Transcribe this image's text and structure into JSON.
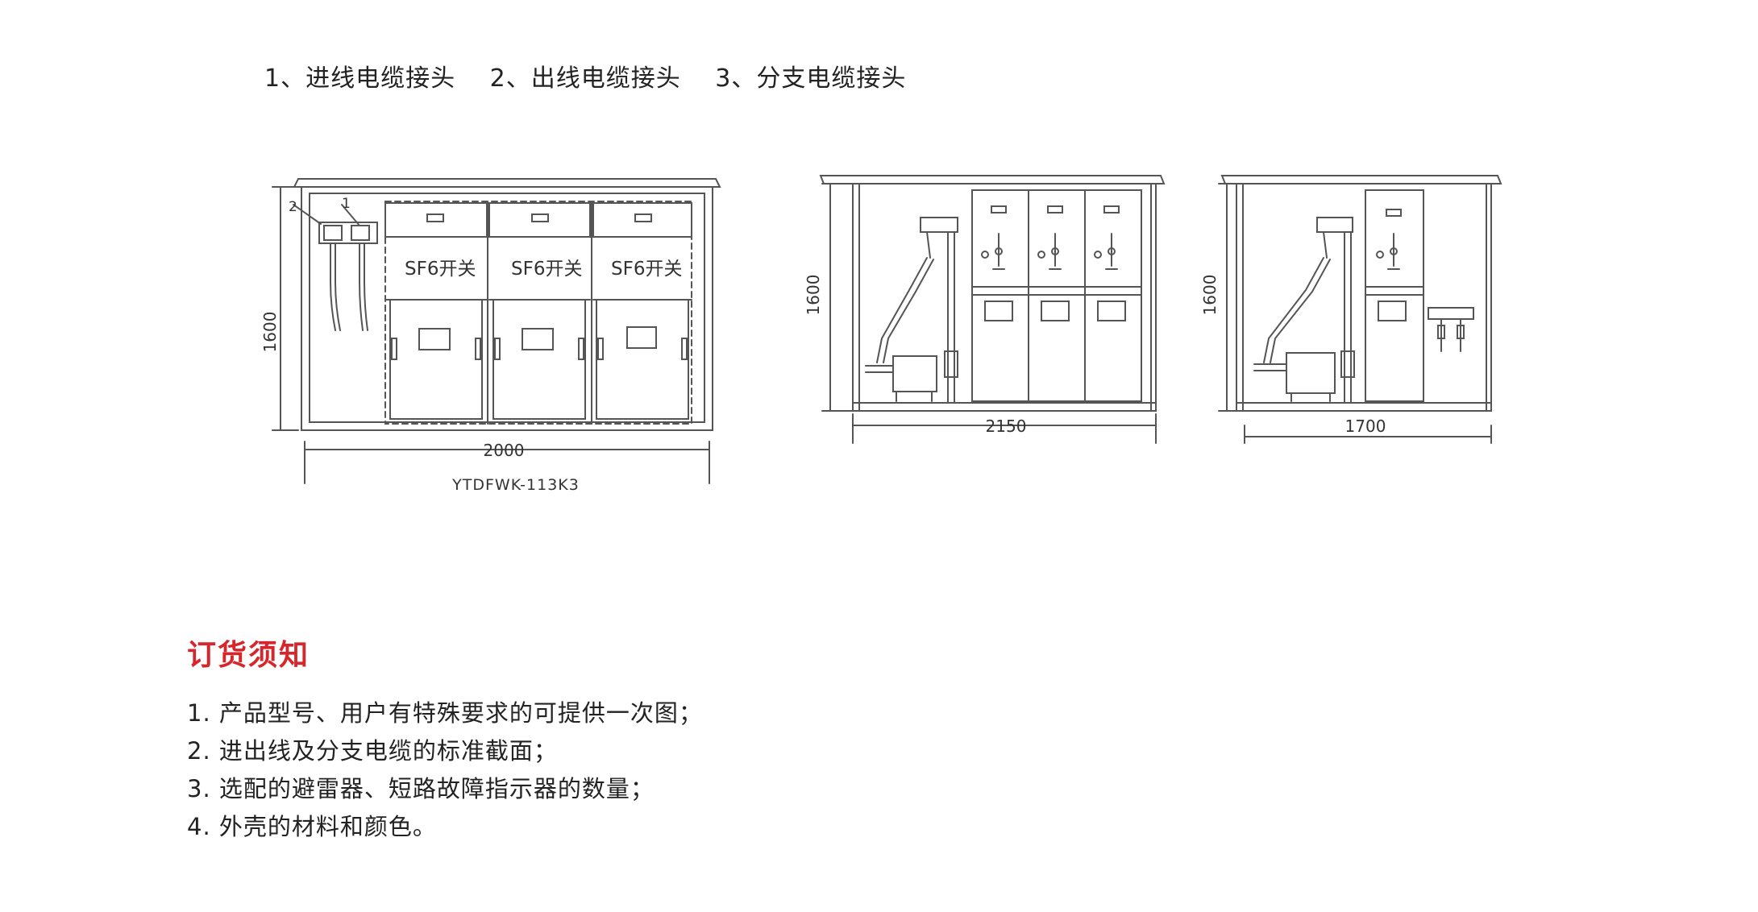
{
  "legend": {
    "items": [
      "1、进线电缆接头",
      "2、出线电缆接头",
      "3、分支电缆接头"
    ]
  },
  "front_view": {
    "switch_label": "SF6开关",
    "height_label": "1600",
    "width_label": "2000",
    "model": "YTDFWK-113K3",
    "callout_1": "1",
    "callout_2": "2"
  },
  "side_view_a": {
    "height_label": "1600",
    "width_label": "2150"
  },
  "side_view_b": {
    "height_label": "1600",
    "width_label": "1700"
  },
  "order_notes": {
    "title": "订货须知",
    "items": [
      "1. 产品型号、用户有特殊要求的可提供一次图；",
      "2. 进出线及分支电缆的标准截面；",
      "3. 选配的避雷器、短路故障指示器的数量；",
      "4. 外壳的材料和颜色。"
    ]
  },
  "colors": {
    "line": "#555555",
    "accent_title": "#d7262b",
    "text": "#222222"
  }
}
